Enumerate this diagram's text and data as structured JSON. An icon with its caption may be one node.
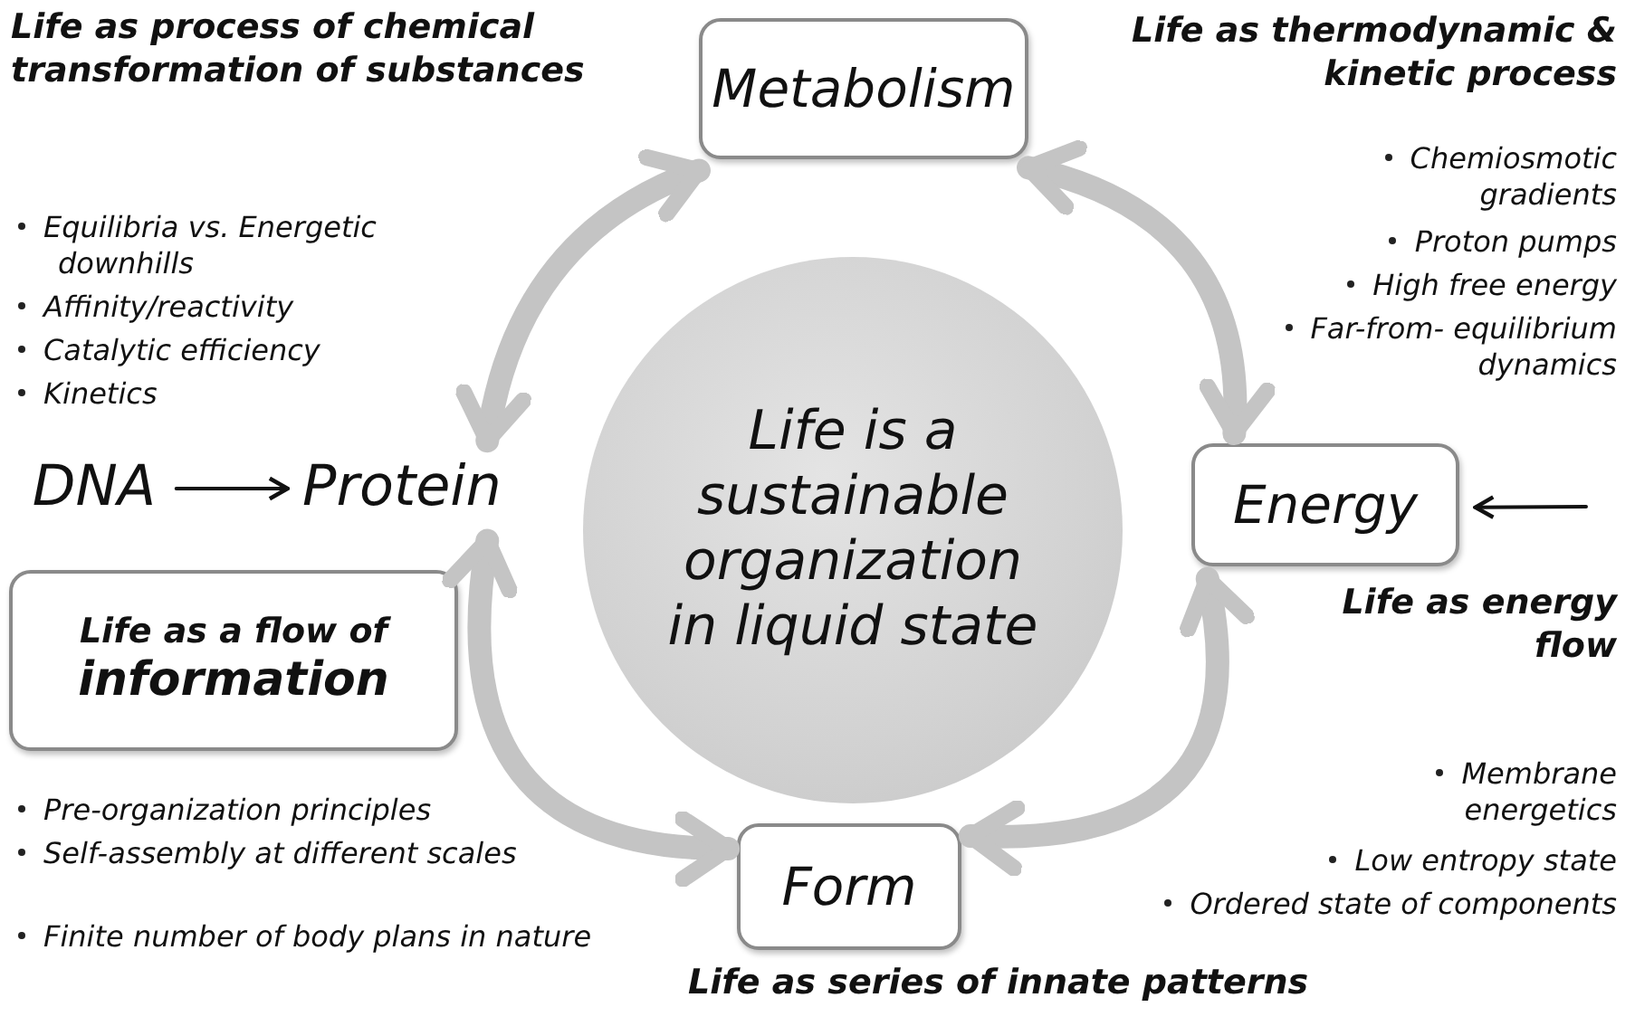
{
  "diagram": {
    "nodes": [
      {
        "text": [
          "Life is a sustainable organization in liquid state"
        ]
      },
      {
        "text": [
          "Metabolism"
        ]
      },
      {
        "text": [
          "Energy"
        ]
      },
      {
        "text": [
          "Form"
        ],
        "beside": [
          "Life as series of innate patterns"
        ]
      },
      {
        "text": [
          "Protein"
        ]
      },
      {
        "text": [
          "DNA"
        ]
      },
      {
        "text": [
          "Life as a flow of",
          "information"
        ]
      }
    ],
    "edges": [
      {
        "from": 1,
        "to": 4,
        "arrow": "both"
      },
      {
        "from": 1,
        "to": 2,
        "arrow": "both"
      },
      {
        "from": 2,
        "to": 3,
        "arrow": "both"
      },
      {
        "from": 3,
        "to": 4,
        "arrow": "both"
      },
      {
        "from": 5,
        "to": 4,
        "arrow": "to",
        "color": "#111111"
      },
      {
        "from": null,
        "to": 2,
        "arrow": "to",
        "color": "#111111"
      }
    ],
    "labels": [
      "Life as process of chemical transformation of substances",
      "Equilibria vs. Energetic downhills",
      "Affinity/reactivity",
      "Catalytic efficiency",
      "Kinetics",
      "Life as thermodynamic & kinetic process",
      "Chemiosmotic gradients",
      "Proton pumps",
      "High free energy",
      "Far-from- equilibrium dynamics",
      "Life as energy flow",
      "Membrane energetics",
      "Low entropy state",
      "Ordered state of components",
      "Pre-organization principles",
      "Self-assembly at different scales",
      "Finite number of body plans in nature"
    ]
  }
}
